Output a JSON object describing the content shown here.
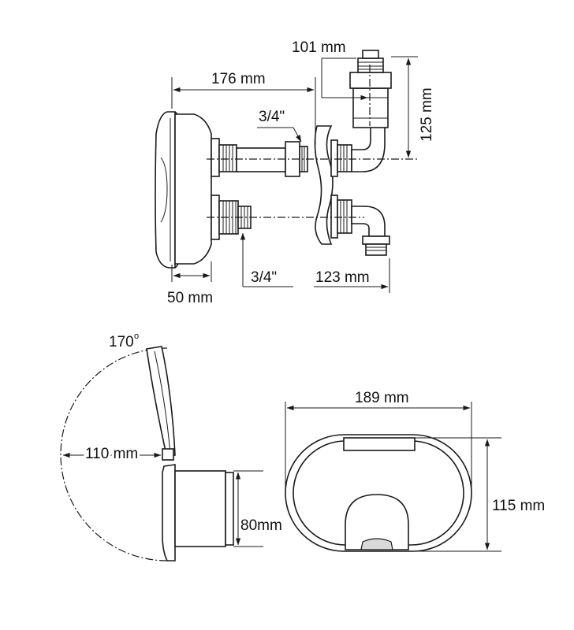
{
  "dimensions": {
    "top_width": "101 mm",
    "overall_length": "176 mm",
    "height_right": "125 mm",
    "thread_top": "3/4\"",
    "thread_bottom": "3/4\"",
    "depth_right": "123 mm",
    "flange_depth": "50 mm",
    "angle": "170",
    "angle_unit": "o",
    "radius": "110 mm",
    "body_height": "80mm",
    "face_width": "189 mm",
    "face_height": "115 mm"
  },
  "colors": {
    "line": "#1a1a1a",
    "shade": "#d9d9d9",
    "background": "#ffffff"
  }
}
